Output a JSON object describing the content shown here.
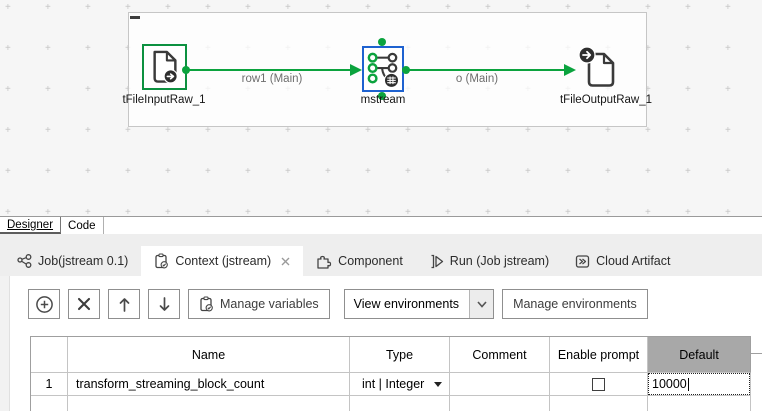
{
  "colors": {
    "connection_green": "#0ba33e",
    "selection_green": "#0c9140",
    "selection_blue": "#1e62d0",
    "icon_dark": "#3a3a3a",
    "label_gray": "#6e6e6e",
    "selected_header_bg": "#a8a8a8"
  },
  "canvas": {
    "nodes": [
      {
        "label": "tFileInputRaw_1",
        "icon": "file-input-icon",
        "selected": true
      },
      {
        "label": "mstream",
        "icon": "stream-map-icon",
        "selected": true
      },
      {
        "label": "tFileOutputRaw_1",
        "icon": "file-output-icon",
        "selected": false
      }
    ],
    "connections": [
      {
        "label": "row1 (Main)"
      },
      {
        "label": "o (Main)"
      }
    ]
  },
  "editor_tabs": [
    {
      "label": "Designer",
      "active": true
    },
    {
      "label": "Code",
      "active": false
    }
  ],
  "view_tabs": [
    {
      "label": "Job(jstream 0.1)",
      "icon": "job-icon",
      "active": false
    },
    {
      "label": "Context (jstream)",
      "icon": "context-icon",
      "active": true,
      "closable": true
    },
    {
      "label": "Component",
      "icon": "component-icon",
      "active": false
    },
    {
      "label": "Run (Job jstream)",
      "icon": "run-icon",
      "active": false
    },
    {
      "label": "Cloud Artifact",
      "icon": "cloud-artifact-icon",
      "active": false
    }
  ],
  "toolbar": {
    "add_icon": "plus-circle-icon",
    "remove_icon": "x-icon",
    "move_up_icon": "arrow-up-icon",
    "move_down_icon": "arrow-down-icon",
    "manage_variables_label": "Manage variables",
    "view_environments_label": "View environments",
    "manage_environments_label": "Manage environments"
  },
  "context_table": {
    "headers": {
      "name": "Name",
      "type": "Type",
      "comment": "Comment",
      "enable_prompt": "Enable prompt",
      "default_col": "Default"
    },
    "rows": [
      {
        "num": "1",
        "name": "transform_streaming_block_count",
        "type": "int | Integer",
        "comment": "",
        "enable_prompt_checked": false,
        "default_value": "10000"
      }
    ]
  }
}
